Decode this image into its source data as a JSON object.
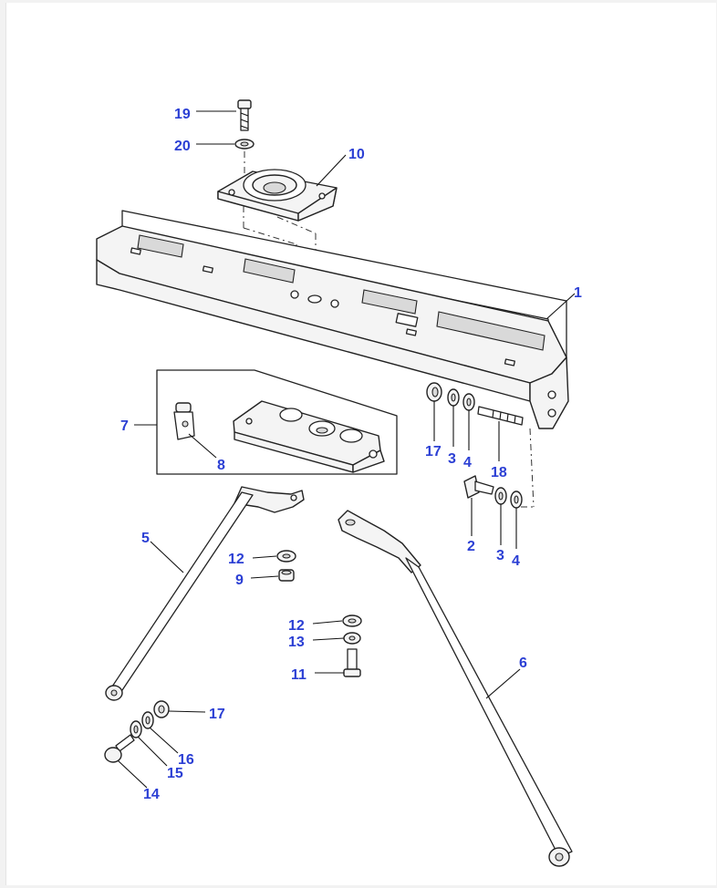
{
  "diagram": {
    "colors": {
      "label": "#2b3fd4",
      "line": "#222222",
      "fill": "#f4f4f4"
    },
    "callouts": [
      {
        "id": "c19a",
        "text": "19"
      },
      {
        "id": "c20a",
        "text": "20"
      },
      {
        "id": "c10a",
        "text": "10"
      },
      {
        "id": "c1a",
        "text": "1"
      },
      {
        "id": "c7a",
        "text": "7"
      },
      {
        "id": "c8a",
        "text": "8"
      },
      {
        "id": "c17a",
        "text": "17"
      },
      {
        "id": "c3a",
        "text": "3"
      },
      {
        "id": "c4a",
        "text": "4"
      },
      {
        "id": "c18a",
        "text": "18"
      },
      {
        "id": "c2a",
        "text": "2"
      },
      {
        "id": "c3b",
        "text": "3"
      },
      {
        "id": "c4b",
        "text": "4"
      },
      {
        "id": "c5a",
        "text": "5"
      },
      {
        "id": "c12a",
        "text": "12"
      },
      {
        "id": "c9a",
        "text": "9"
      },
      {
        "id": "c12b",
        "text": "12"
      },
      {
        "id": "c13a",
        "text": "13"
      },
      {
        "id": "c11a",
        "text": "11"
      },
      {
        "id": "c6a",
        "text": "6"
      },
      {
        "id": "c17b",
        "text": "17"
      },
      {
        "id": "c16a",
        "text": "16"
      },
      {
        "id": "c15a",
        "text": "15"
      },
      {
        "id": "c14a",
        "text": "14"
      }
    ]
  }
}
